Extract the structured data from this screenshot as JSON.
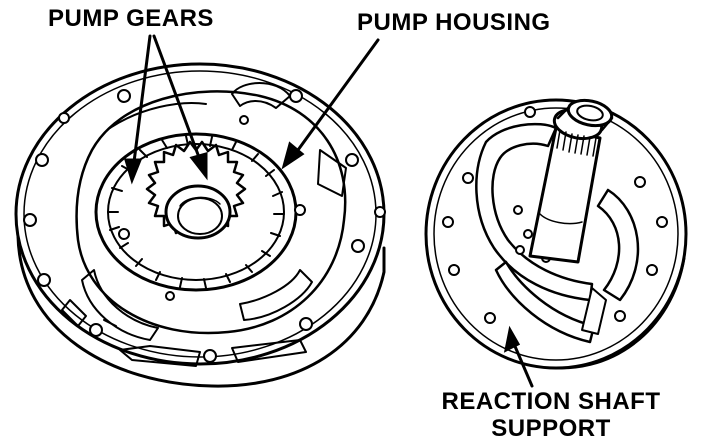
{
  "labels": {
    "pump_gears": "PUMP GEARS",
    "pump_housing": "PUMP HOUSING",
    "reaction_shaft_line1": "REACTION SHAFT",
    "reaction_shaft_line2": "SUPPORT"
  },
  "colors": {
    "ink": "#000000",
    "paper": "#ffffff"
  }
}
